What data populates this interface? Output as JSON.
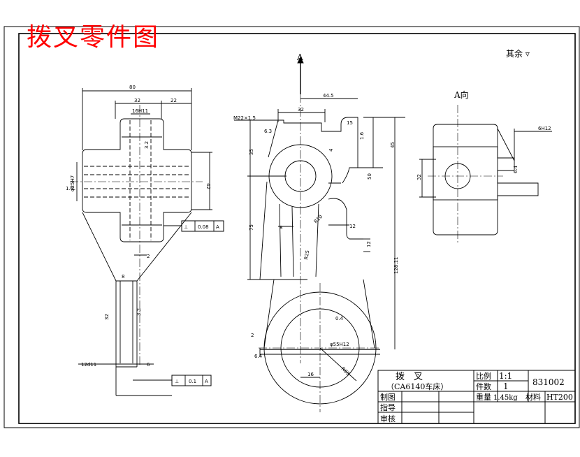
{
  "title": "拨叉零件图",
  "roughness_note": "其余",
  "section_label": "A",
  "view_label": "A向",
  "tolerance_frames": [
    {
      "symbol": "⊥",
      "value": "0.08",
      "datum": "A"
    },
    {
      "symbol": "⊥",
      "value": "0.1",
      "datum": "A"
    }
  ],
  "dimensions": {
    "left_view": [
      "80",
      "32",
      "22",
      "16H11",
      "8",
      "42",
      "φ25H7",
      "1.6",
      "3.2",
      "2",
      "3.2",
      "12d11",
      "6"
    ],
    "front_view": [
      "M22×1.5",
      "32",
      "44.5",
      "15",
      "35",
      "45",
      "50",
      "4",
      "75",
      "8",
      "R10",
      "12",
      "12",
      "128.11",
      "6.4",
      "2",
      "φ55H12",
      "R65",
      "16",
      "R25",
      "6.3",
      "1.6",
      "0.4"
    ],
    "a_view": [
      "6H12",
      "32",
      "6.4"
    ]
  },
  "title_block": {
    "part_name": "拨　叉",
    "machine": "（CA6140车床）",
    "scale_label": "比例",
    "scale_value": "1:1",
    "qty_label": "件数",
    "qty_value": "1",
    "drawing_no": "831002",
    "weight_label": "重量",
    "weight_value": "1.45kg",
    "material_label": "材料",
    "material_value": "HT200",
    "drawn_label": "制图",
    "guide_label": "指导",
    "review_label": "审核"
  }
}
